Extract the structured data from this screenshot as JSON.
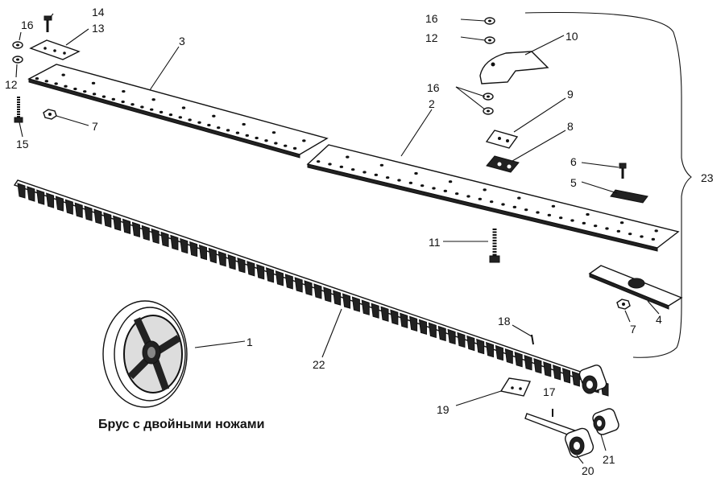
{
  "caption": "Брус с двойными ножами",
  "labels": {
    "l1": "1",
    "l2": "2",
    "l3": "3",
    "l4": "4",
    "l5": "5",
    "l6": "6",
    "l7a": "7",
    "l7b": "7",
    "l8": "8",
    "l9": "9",
    "l10": "10",
    "l11": "11",
    "l12a": "12",
    "l12b": "12",
    "l13": "13",
    "l14": "14",
    "l15": "15",
    "l16a": "16",
    "l16b": "16",
    "l16c": "16",
    "l17": "17",
    "l18": "18",
    "l19": "19",
    "l20": "20",
    "l21": "21",
    "l22": "22",
    "l23": "23"
  }
}
